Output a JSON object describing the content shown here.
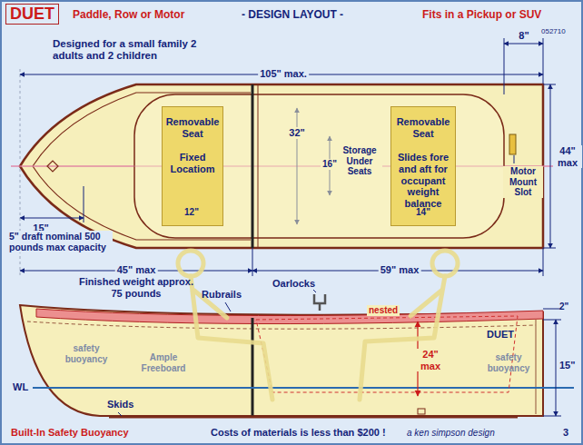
{
  "diagram": {
    "title": "DUET",
    "nodes": [
      {
        "text": [
          "Removable Seat",
          "Fixed Locatiom"
        ]
      },
      {
        "text": [
          "Removable Seat",
          "Slides fore and aft for occupant weight balance"
        ]
      }
    ],
    "labels": [
      "Paddle, Row or Motor",
      "- DESIGN LAYOUT -",
      "Fits in a Pickup or SUV",
      "052710",
      "Designed for a small family 2 adults and 2 children",
      "105\" max.",
      "8\"",
      "44\" max",
      "32\"",
      "16\"",
      "Storage Under Seats",
      "12\"",
      "14\"",
      "Motor Mount Slot",
      "15\"",
      "5\" draft nominal 500 pounds max capacity",
      "45\" max",
      "59\" max",
      "Finished weight approx. 75 pounds",
      "Rubrails",
      "Oarlocks",
      "nested",
      "2\"",
      "24\" max",
      "15\"",
      "DUET",
      "safety buoyancy",
      "Ample Freeboard",
      "safety buoyancy",
      "WL",
      "Skids",
      "Built-In Safety Buoyancy",
      "Costs of materials is less than $200 !",
      "a ken simpson design",
      "3"
    ]
  }
}
